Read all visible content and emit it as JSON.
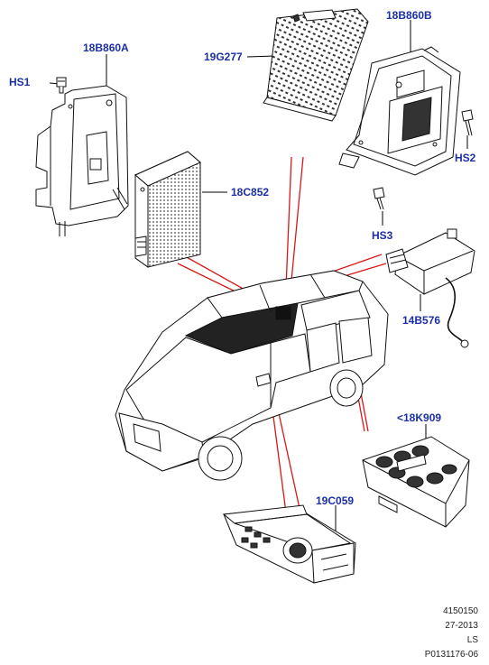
{
  "callouts": {
    "hs1": "HS1",
    "bracket_a": "18B860A",
    "module_19g277": "19G277",
    "bracket_b": "18B860B",
    "hs2": "HS2",
    "module_18c852": "18C852",
    "hs3": "HS3",
    "module_14b576": "14B576",
    "switch_18k909": "<18K909",
    "switch_19c059": "19C059"
  },
  "footer": {
    "line1": "4150150",
    "line2": "27-2013",
    "line3": "LS",
    "line4": "P0131176-06"
  },
  "colors": {
    "callout_text": "#1b2fa8",
    "leader_line": "#000000",
    "location_line": "#d81818",
    "linework": "#111111"
  }
}
